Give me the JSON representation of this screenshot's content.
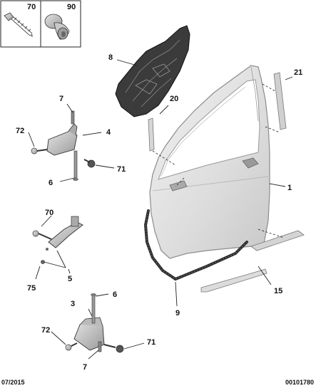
{
  "legend_boxes": [
    {
      "ref": "70",
      "icon": "bolt-icon"
    },
    {
      "ref": "90",
      "icon": "clip-icon"
    }
  ],
  "callouts": {
    "door_panel": "1",
    "lower_hinge": "3",
    "upper_hinge": "4",
    "door_check": "5",
    "pin_upper": "6",
    "pin_lower": "6",
    "screw_upper": "7",
    "screw_lower": "7",
    "inner_cover": "8",
    "weatherstrip": "9",
    "trim_strip": "15",
    "seal_20": "20",
    "seal_21": "21",
    "bolt_check": "70",
    "bolt_upper": "71",
    "bolt_lower": "71",
    "bolt_left_upper": "72",
    "bolt_left_lower": "72",
    "nut_75": "75"
  },
  "footer": {
    "date": "07/2015",
    "reference": "00101780"
  },
  "colors": {
    "door": "#e3e3e3",
    "door_edge": "#8c8c8c",
    "cover": "#3b3b3b",
    "metal": "#bcbcbc",
    "line": "#222222"
  }
}
